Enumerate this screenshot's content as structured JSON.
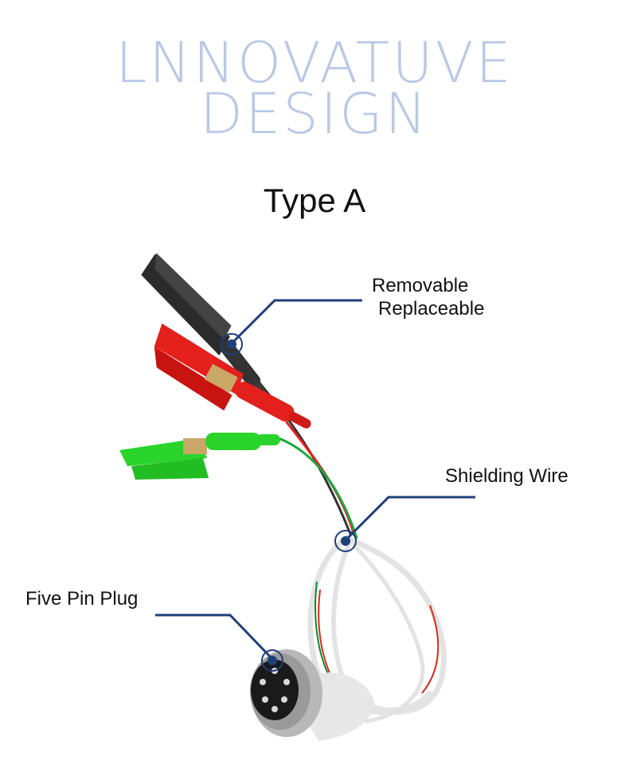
{
  "headline": {
    "line1": "LNNOVATUVE",
    "line2": "DESIGN"
  },
  "subtitle": "Type A",
  "callouts": {
    "removable": {
      "line1": "Removable",
      "line2": "Replaceable"
    },
    "shielding": "Shielding Wire",
    "plug": "Five Pin Plug"
  },
  "colors": {
    "headline": "#b9c9e6",
    "callout_line": "#1f3f7a",
    "clip_black": "#2b2b2b",
    "clip_red": "#e3201c",
    "clip_green": "#2bd42b",
    "cable_white": "#e9e9e9"
  }
}
